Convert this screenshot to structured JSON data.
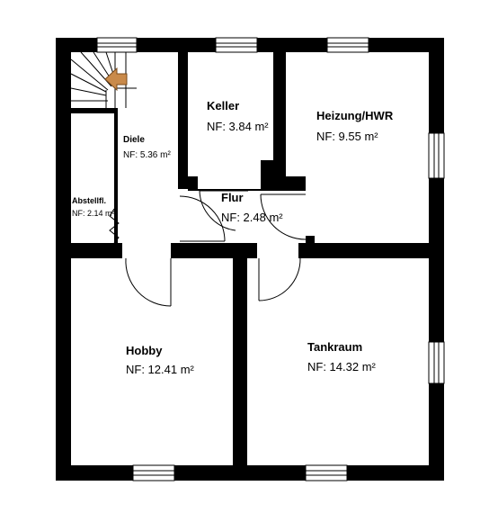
{
  "rooms": {
    "keller": {
      "name": "Keller",
      "area": "NF: 3.84 m²"
    },
    "heizung": {
      "name": "Heizung/HWR",
      "area": "NF: 9.55 m²"
    },
    "diele": {
      "name": "Diele",
      "area": "NF: 5.36 m²"
    },
    "abstell": {
      "name": "Abstellfl.",
      "area": "NF: 2.14 m²"
    },
    "flur": {
      "name": "Flur",
      "area": "NF: 2.48 m²"
    },
    "hobby": {
      "name": "Hobby",
      "area": "NF: 12.41 m²"
    },
    "tankraum": {
      "name": "Tankraum",
      "area": "NF: 14.32 m²"
    }
  },
  "stair_arrow_color": "#c98a4a",
  "wall_color": "#000000"
}
